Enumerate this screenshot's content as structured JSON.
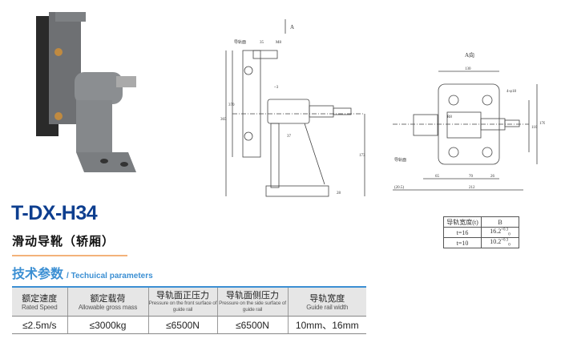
{
  "model": "T-DX-H34",
  "subtitle": "滑动导靴（轿厢）",
  "section": {
    "cn": "技术参数",
    "en": "/ Techuical parameters"
  },
  "params_table": {
    "headers": [
      {
        "cn": "额定速度",
        "en": "Rated Speed"
      },
      {
        "cn": "额定载荷",
        "en": "Allowable gross mass"
      },
      {
        "cn": "导轨面正压力",
        "en": "Pressure on the front surface of guide rail"
      },
      {
        "cn": "导轨面侧压力",
        "en": "Pressure on the side surface of guide rail"
      },
      {
        "cn": "导轨宽度",
        "en": "Guide rail width"
      }
    ],
    "row": [
      "≤2.5m/s",
      "≤3000kg",
      "≤6500N",
      "≤6500N",
      "10mm、16mm"
    ]
  },
  "rail_table": {
    "headers": [
      "导轨宽度(t)",
      "B"
    ],
    "rows": [
      {
        "t": "t=16",
        "b": "16.2",
        "tol": "+0.3",
        "tol2": "0"
      },
      {
        "t": "t=10",
        "b": "10.2",
        "tol": "+0.3",
        "tol2": "0"
      }
    ]
  },
  "side_view": {
    "arrow_label": "A",
    "rail_face": "导轨面",
    "dims": {
      "d35": "35",
      "m8": "M8",
      "gap": "~3",
      "h370": "370",
      "h365": "365",
      "w37": "37",
      "h173": "173",
      "h28": "28"
    }
  },
  "front_view": {
    "title": "A向",
    "rail_face": "导轨面",
    "dims": {
      "w130": "130",
      "holes": "4-φ18",
      "r": "R8",
      "h110": "110",
      "h170": "170",
      "w65": "65",
      "w70": "70",
      "w26": "26",
      "off": "(20.5)",
      "w212": "212"
    }
  }
}
